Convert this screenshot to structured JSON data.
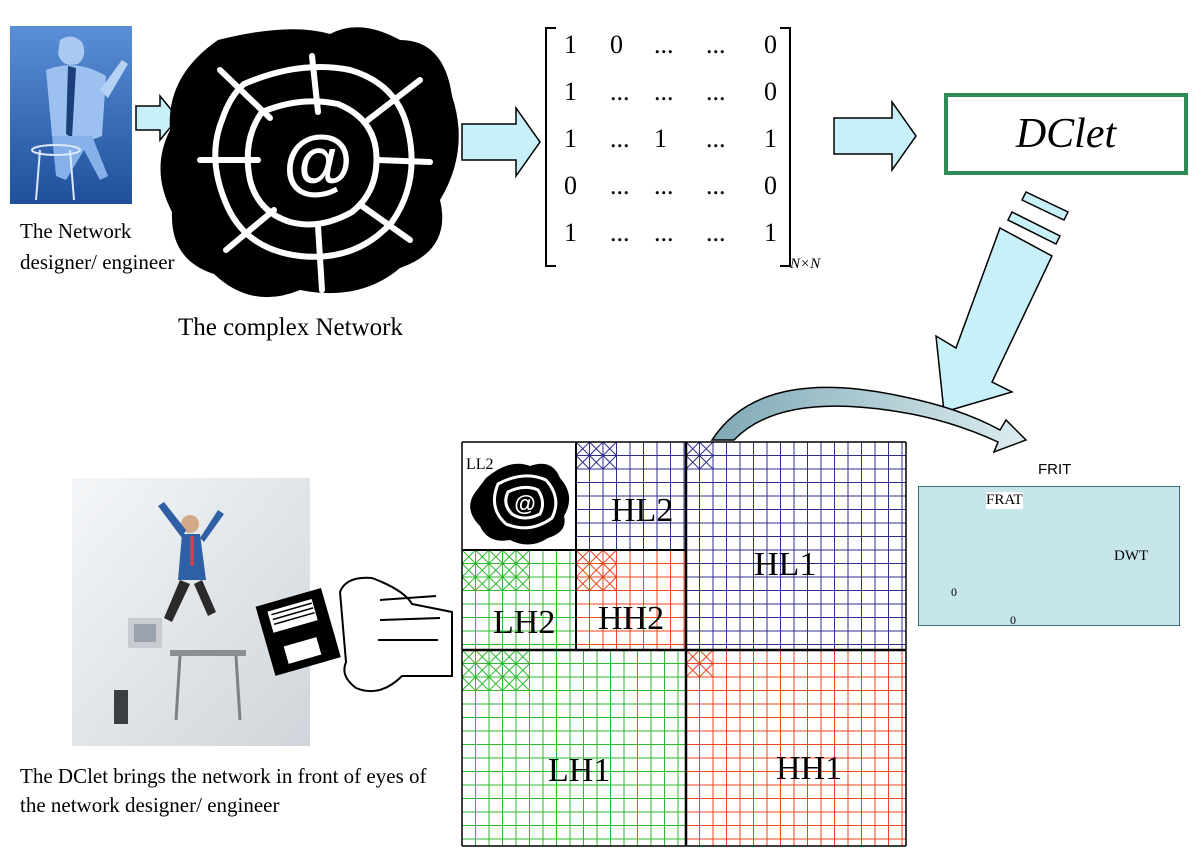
{
  "designer": {
    "caption": "The Network designer/ engineer"
  },
  "network": {
    "caption": "The complex Network",
    "center_symbol": "@"
  },
  "matrix": {
    "rows": [
      [
        "1",
        "0",
        "...",
        "...",
        "0"
      ],
      [
        "1",
        "...",
        "...",
        "...",
        "0"
      ],
      [
        "1",
        "...",
        "1",
        "...",
        "1"
      ],
      [
        "0",
        "...",
        "...",
        "...",
        "0"
      ],
      [
        "1",
        "...",
        "...",
        "...",
        "1"
      ]
    ],
    "subscript": "N×N"
  },
  "dclet": {
    "label": "DClet",
    "border_color": "#2e8b57"
  },
  "arrow_color": "#c8f0f8",
  "subbands": {
    "ll2": "LL2",
    "hl2": "HL2",
    "hl1": "HL1",
    "lh2": "LH2",
    "hh2": "HH2",
    "lh1": "LH1",
    "hh1": "HH1",
    "colors": {
      "hl": "#2e2e8f",
      "lh": "#2eb82e",
      "hh": "#e8451e"
    }
  },
  "frit": {
    "title": "FRIT",
    "frat_label": "FRAT",
    "dwt_label": "DWT",
    "zero_y": "0",
    "zero_x": "0",
    "panel_color": "#c7e6ec"
  },
  "final": {
    "caption": "The DClet brings the network in front of eyes of the network designer/ engineer"
  }
}
